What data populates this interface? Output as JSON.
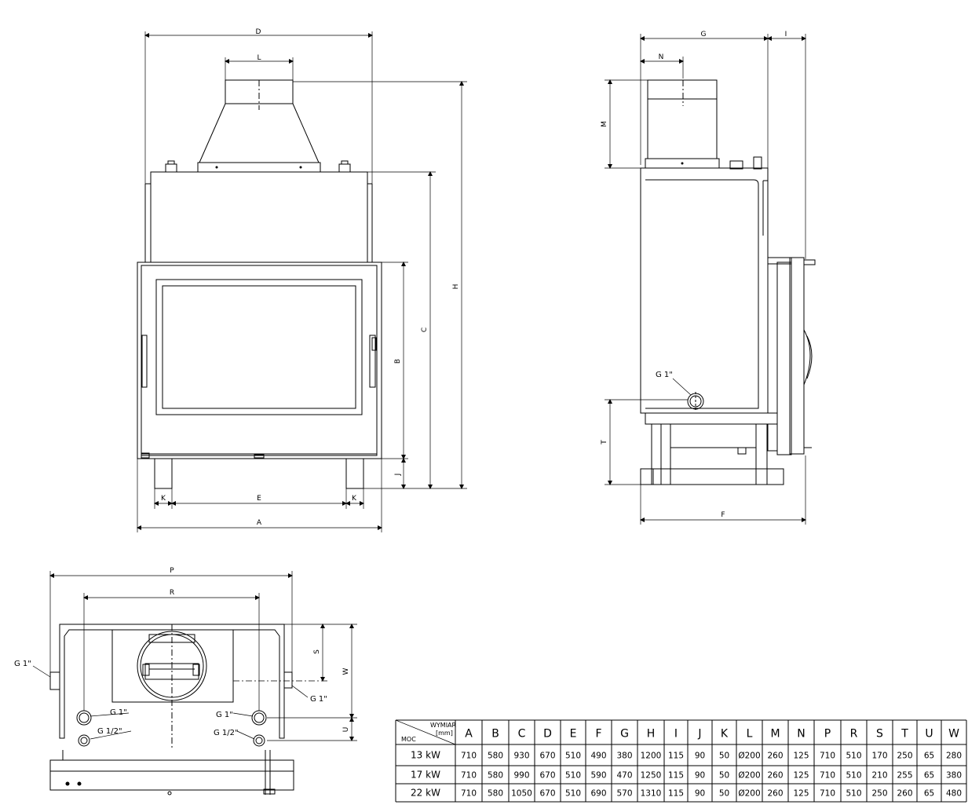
{
  "dimension_labels": {
    "A": "A",
    "B": "B",
    "C": "C",
    "D": "D",
    "E": "E",
    "F": "F",
    "G": "G",
    "H": "H",
    "I": "I",
    "J": "J",
    "K": "K",
    "L": "L",
    "M": "M",
    "N": "N",
    "P": "P",
    "R": "R",
    "S": "S",
    "T": "T",
    "U": "U",
    "W": "W"
  },
  "connection_labels": {
    "g1": "G 1\"",
    "g12": "G 1/2\""
  },
  "table": {
    "corner_top": "WYMIAR",
    "corner_unit": "[mm]",
    "corner_left": "MOC",
    "columns": [
      "A",
      "B",
      "C",
      "D",
      "E",
      "F",
      "G",
      "H",
      "I",
      "J",
      "K",
      "L",
      "M",
      "N",
      "P",
      "R",
      "S",
      "T",
      "U",
      "W"
    ],
    "rows": [
      {
        "label": "13 kW",
        "values": [
          "710",
          "580",
          "930",
          "670",
          "510",
          "490",
          "380",
          "1200",
          "115",
          "90",
          "50",
          "Ø200",
          "260",
          "125",
          "710",
          "510",
          "170",
          "250",
          "65",
          "280"
        ]
      },
      {
        "label": "17 kW",
        "values": [
          "710",
          "580",
          "990",
          "670",
          "510",
          "590",
          "470",
          "1250",
          "115",
          "90",
          "50",
          "Ø200",
          "260",
          "125",
          "710",
          "510",
          "210",
          "255",
          "65",
          "380"
        ]
      },
      {
        "label": "22 kW",
        "values": [
          "710",
          "580",
          "1050",
          "670",
          "510",
          "690",
          "570",
          "1310",
          "115",
          "90",
          "50",
          "Ø200",
          "260",
          "125",
          "710",
          "510",
          "250",
          "260",
          "65",
          "480"
        ]
      }
    ]
  }
}
